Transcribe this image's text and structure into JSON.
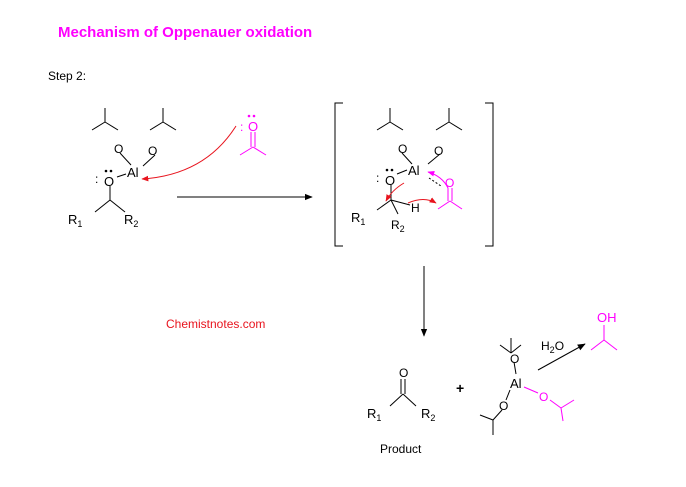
{
  "title": "Mechanism of Oppenauer oxidation",
  "step_label": "Step 2:",
  "watermark": "Chemistnotes.com",
  "colors": {
    "title": "#ff00ff",
    "acetone": "#ff00ff",
    "arrow_red": "#e8141e",
    "watermark": "#e8141e",
    "bond": "#000000"
  },
  "atoms": {
    "O": "O",
    "Al": "Al",
    "H": "H",
    "R": "R",
    "sub1": "1",
    "sub2": "2",
    "OH": "OH"
  },
  "reagent": {
    "H": "H",
    "sub": "2",
    "O": "O"
  },
  "product_label": "Product",
  "plus": "+",
  "lone_pair_dots": ":"
}
